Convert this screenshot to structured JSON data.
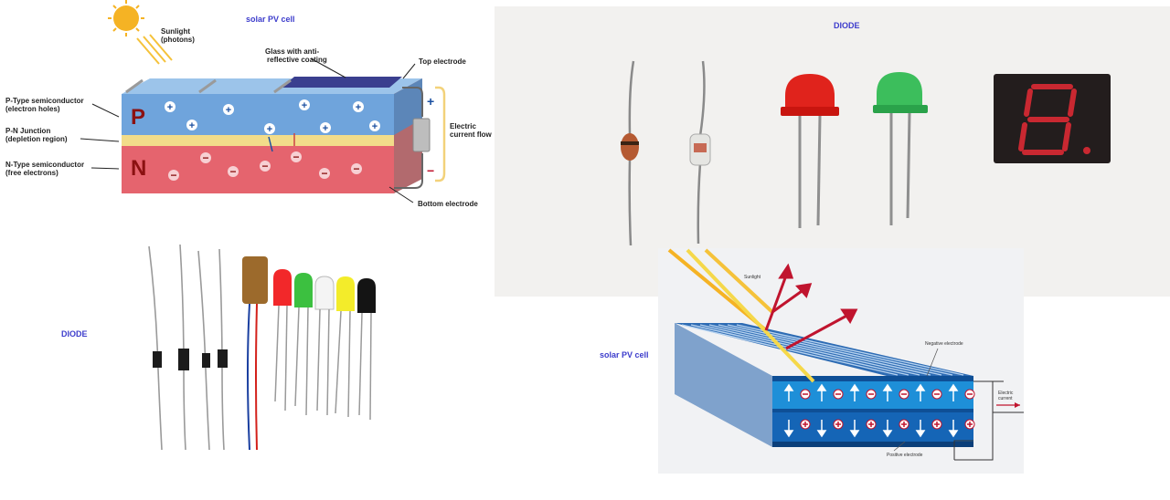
{
  "panel1": {
    "title": "solar PV cell",
    "sunlight": "Sunlight",
    "photons": "(photons)",
    "glass_line1": "Glass with anti-",
    "glass_line2": "reflective coating",
    "top_electrode": "Top electrode",
    "p_type_line1": "P-Type semiconductor",
    "p_type_line2": "(electron holes)",
    "pn_line1": "P-N Junction",
    "pn_line2": "(depletion region)",
    "n_type_line1": "N-Type semiconductor",
    "n_type_line2": "(free electrons)",
    "electric_line1": "Electric",
    "electric_line2": "current flow",
    "bottom_electrode": "Bottom electrode",
    "p_letter": "P",
    "n_letter": "N",
    "plus": "+",
    "minus": "−",
    "colors": {
      "p_layer": "#6fa4dc",
      "junction": "#f2dc8a",
      "n_layer": "#e5646e",
      "sun": "#f5b324",
      "letters": "#8b1111"
    }
  },
  "panel2": {
    "title": "DIODE"
  },
  "panel3": {
    "title": "DIODE"
  },
  "panel4": {
    "title": "solar PV cell",
    "sunlight": "Sunlight",
    "negative_electrode": "Negative electrode",
    "positive_electrode": "Positive electrode",
    "electric_line1": "Electric",
    "electric_line2": "current",
    "colors": {
      "cell": "#1e8fd8",
      "arrows": "#c0142e"
    }
  },
  "colors": {
    "label_blue": "#3d3dcc"
  }
}
